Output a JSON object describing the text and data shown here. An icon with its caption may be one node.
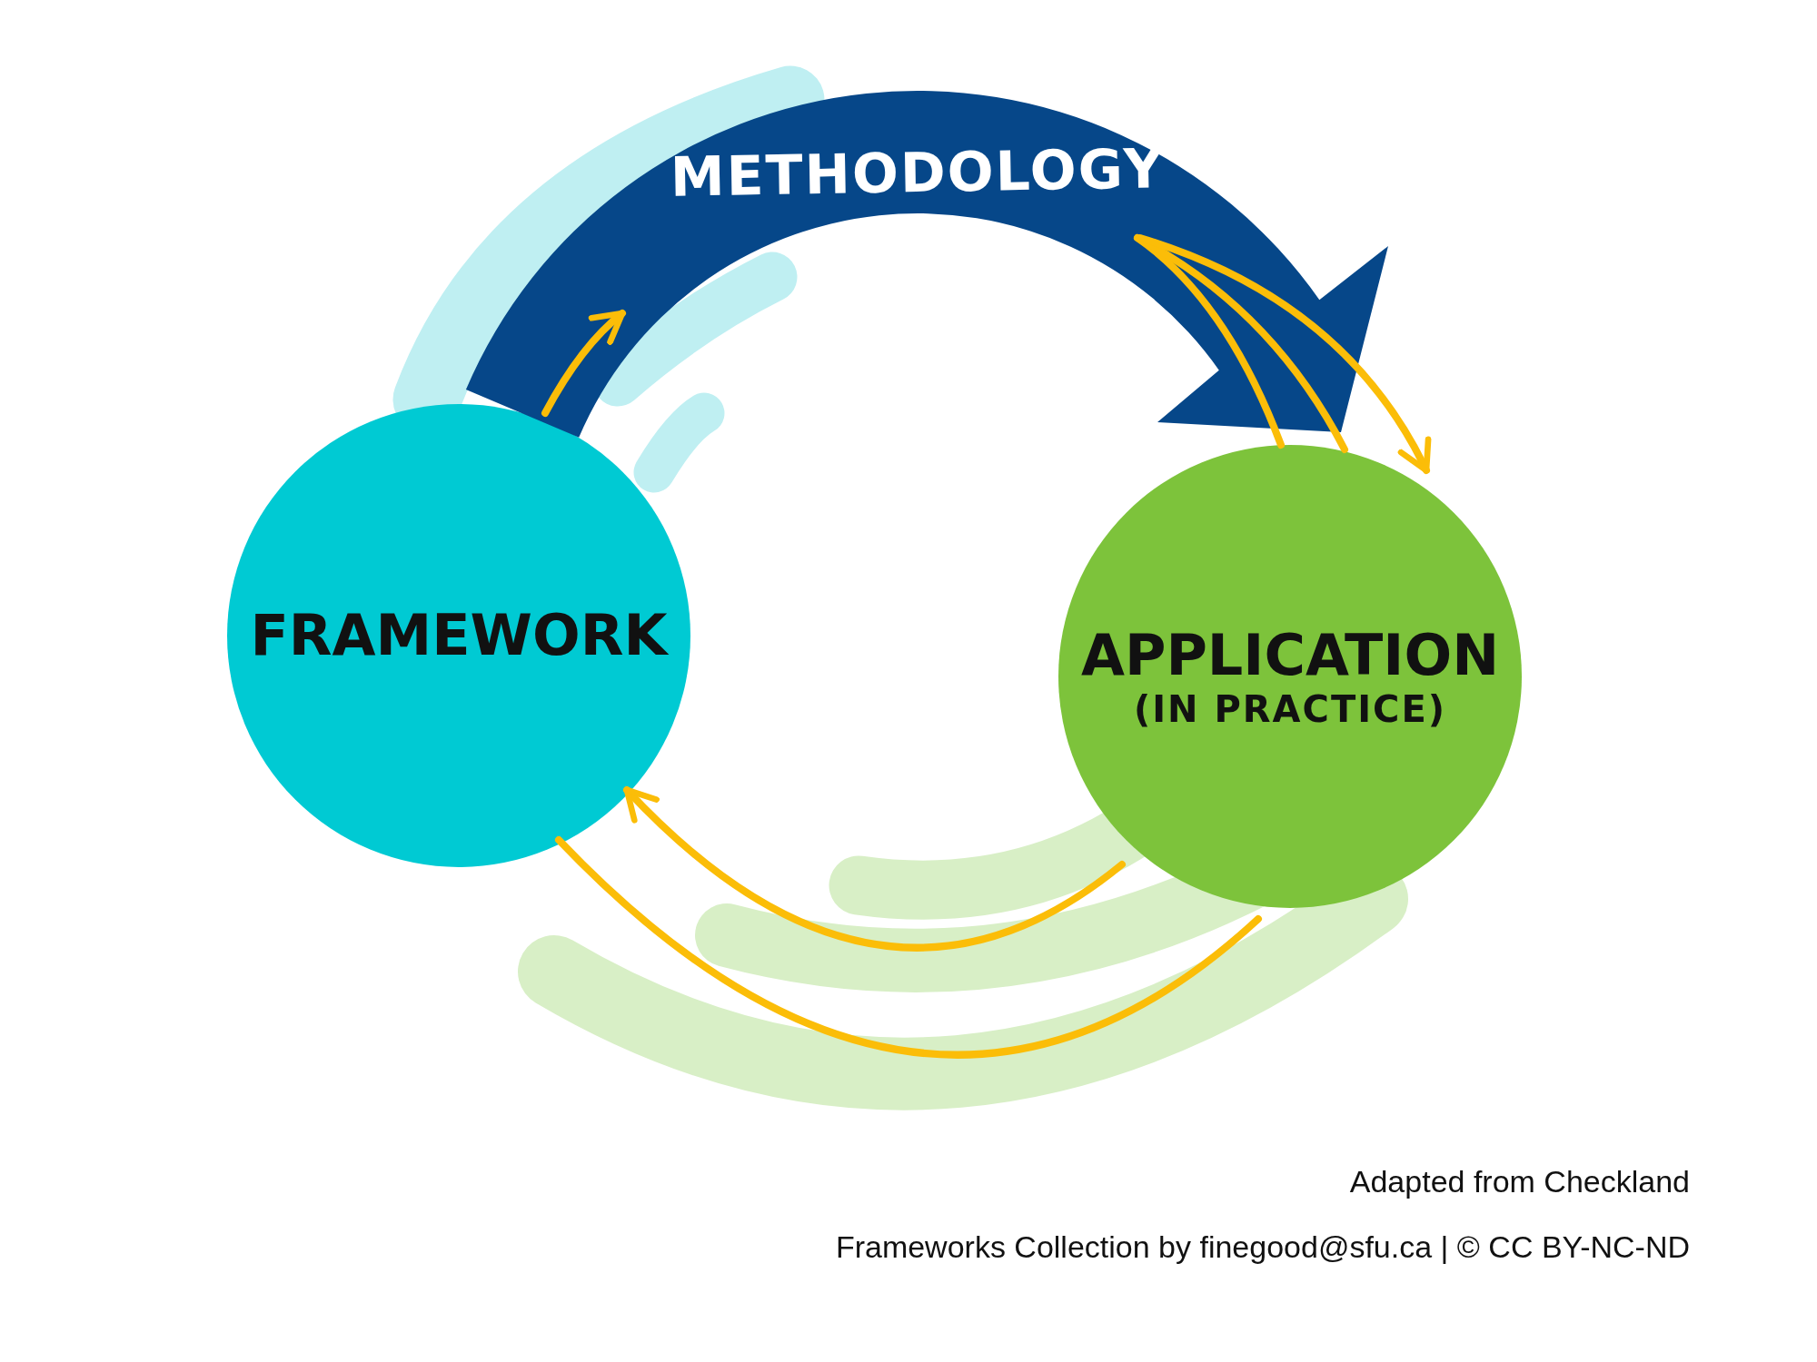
{
  "diagram": {
    "nodes": [
      {
        "text": [
          "FRAMEWORK"
        ]
      },
      {
        "text": [
          "APPLICATION",
          "(IN PRACTICE)"
        ]
      },
      {
        "text": [
          "METHODOLOGY"
        ]
      }
    ],
    "edges": [
      {
        "from": 0,
        "to": 2,
        "arrow": "to"
      },
      {
        "from": 2,
        "to": 1,
        "arrow": "none"
      },
      {
        "from": 2,
        "to": 1,
        "arrow": "none"
      },
      {
        "from": 2,
        "to": 1,
        "arrow": "to"
      },
      {
        "from": 1,
        "to": 0,
        "arrow": "to"
      },
      {
        "from": 1,
        "to": 0,
        "arrow": "none"
      }
    ],
    "labels": [
      "Adapted from Checkland",
      "Frameworks Collection by finegood@sfu.ca | © CC BY-NC-ND"
    ]
  }
}
